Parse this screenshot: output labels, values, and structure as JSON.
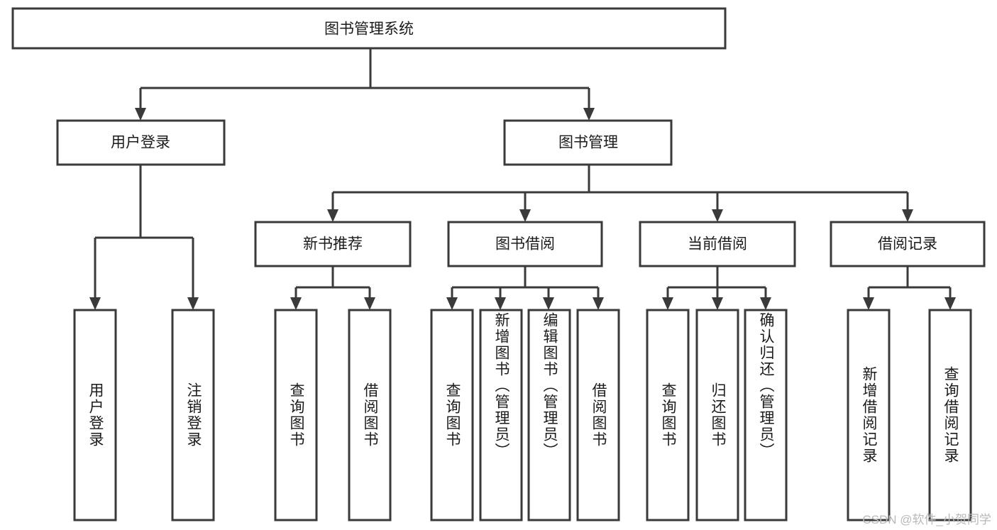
{
  "diagram": {
    "title": "图书管理系统",
    "type": "tree-hierarchy-diagram",
    "colors": {
      "stroke": "#3a3a3a",
      "fill": "#ffffff",
      "text": "#1b1b1b",
      "watermark": "#b9b9b9"
    },
    "root": {
      "label": "图书管理系统"
    },
    "level2": [
      {
        "label": "用户登录"
      },
      {
        "label": "图书管理"
      }
    ],
    "level3": [
      {
        "label": "新书推荐"
      },
      {
        "label": "图书借阅"
      },
      {
        "label": "当前借阅"
      },
      {
        "label": "借阅记录"
      }
    ],
    "leaves": {
      "user_login": [
        {
          "label": "用户登录"
        },
        {
          "label": "注销登录"
        }
      ],
      "new_book_recommend": [
        {
          "label": "查询图书"
        },
        {
          "label": "借阅图书"
        }
      ],
      "book_borrow": [
        {
          "label": "查询图书"
        },
        {
          "label": "新增图书（管理员）"
        },
        {
          "label": "编辑图书（管理员）"
        },
        {
          "label": "借阅图书"
        }
      ],
      "current_borrow": [
        {
          "label": "查询图书"
        },
        {
          "label": "归还图书"
        },
        {
          "label": "确认归还（管理员）"
        }
      ],
      "borrow_record": [
        {
          "label": "新增借阅记录"
        },
        {
          "label": "查询借阅记录"
        }
      ]
    }
  },
  "watermark": {
    "text": "CSDN @软件_小贺同学"
  }
}
